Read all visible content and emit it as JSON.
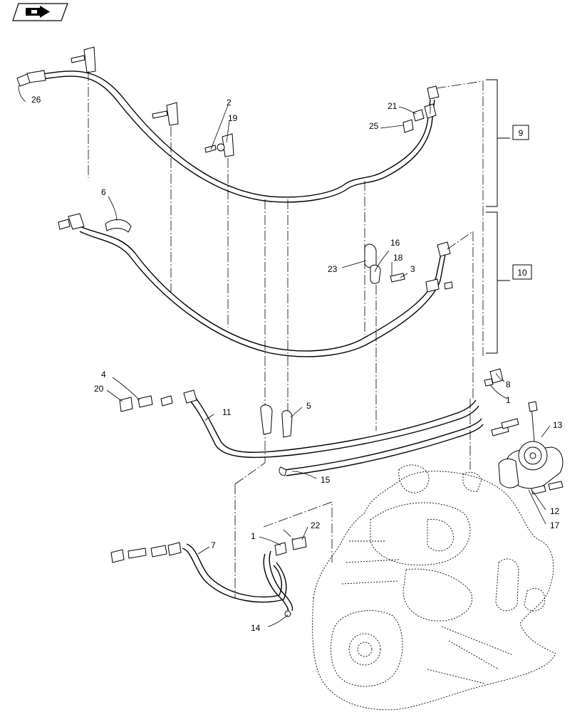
{
  "nav": {
    "icon": "next-page-arrow-icon"
  },
  "callouts": [
    {
      "text": "26"
    },
    {
      "text": "2"
    },
    {
      "text": "19"
    },
    {
      "text": "21"
    },
    {
      "text": "25"
    },
    {
      "text": "6"
    },
    {
      "text": "16"
    },
    {
      "text": "18"
    },
    {
      "text": "23"
    },
    {
      "text": "3"
    },
    {
      "text": "4"
    },
    {
      "text": "20"
    },
    {
      "text": "11"
    },
    {
      "text": "5"
    },
    {
      "text": "8"
    },
    {
      "text": "1"
    },
    {
      "text": "13"
    },
    {
      "text": "15"
    },
    {
      "text": "12"
    },
    {
      "text": "17"
    },
    {
      "text": "22"
    },
    {
      "text": "1"
    },
    {
      "text": "7"
    },
    {
      "text": "14"
    }
  ],
  "group_labels": [
    {
      "text": "9"
    },
    {
      "text": "10"
    }
  ]
}
